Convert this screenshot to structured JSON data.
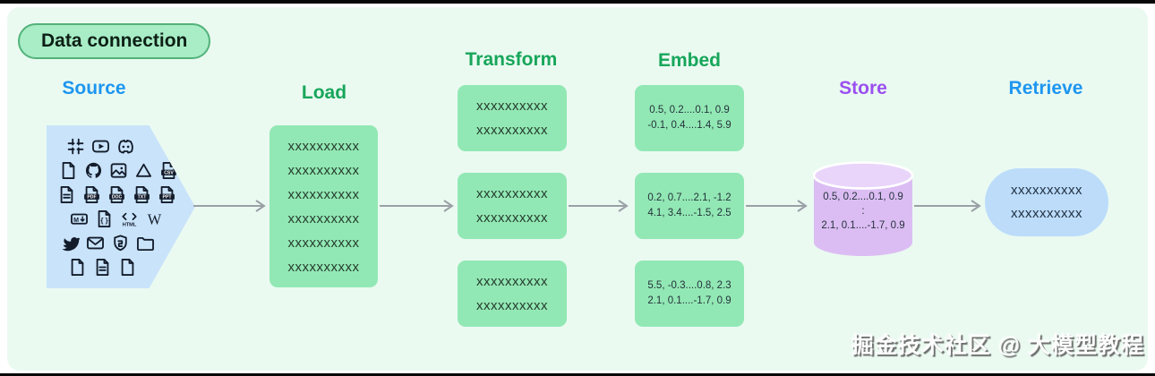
{
  "badge": {
    "label": "Data connection"
  },
  "columns": {
    "source": {
      "label": "Source",
      "color": "#1e96f0"
    },
    "load": {
      "label": "Load",
      "color": "#17a65a"
    },
    "transform": {
      "label": "Transform",
      "color": "#17a65a"
    },
    "embed": {
      "label": "Embed",
      "color": "#17a65a"
    },
    "store": {
      "label": "Store",
      "color": "#9b4ff0"
    },
    "retrieve": {
      "label": "Retrieve",
      "color": "#1e96f0"
    }
  },
  "source": {
    "icons": [
      [
        "slack",
        "youtube",
        "discord"
      ],
      [
        "file",
        "github",
        "image",
        "google-drive",
        "csv"
      ],
      [
        "file-text",
        "pdf",
        "doc",
        "txt",
        "ppt"
      ],
      [
        "markdown",
        "json",
        "html",
        "wikipedia"
      ],
      [
        "twitter",
        "email",
        "shield-badge",
        "folder"
      ],
      [
        "file",
        "file-text",
        "file"
      ]
    ]
  },
  "load": {
    "lines": [
      "xxxxxxxxxx",
      "xxxxxxxxxx",
      "xxxxxxxxxx",
      "xxxxxxxxxx",
      "xxxxxxxxxx",
      "xxxxxxxxxx"
    ]
  },
  "transform": {
    "boxes": [
      [
        "xxxxxxxxxx",
        "xxxxxxxxxx"
      ],
      [
        "xxxxxxxxxx",
        "xxxxxxxxxx"
      ],
      [
        "xxxxxxxxxx",
        "xxxxxxxxxx"
      ]
    ]
  },
  "embed": {
    "boxes": [
      [
        "0.5, 0.2....0.1, 0.9",
        "-0.1, 0.4....1.4, 5.9"
      ],
      [
        "0.2, 0.7....2.1, -1.2",
        "4.1, 3.4....-1.5, 2.5"
      ],
      [
        "5.5, -0.3....0.8, 2.3",
        "2.1, 0.1....-1.7, 0.9"
      ]
    ]
  },
  "store": {
    "lines": [
      "0.5, 0.2....0.1, 0.9",
      ":",
      "2.1, 0.1....-1.7, 0.9"
    ]
  },
  "retrieve": {
    "lines": [
      "xxxxxxxxxx",
      "xxxxxxxxxx"
    ]
  },
  "watermark": "掘金技术社区 @ 大模型教程",
  "colors": {
    "panel_bg": "#eafaf1",
    "green_box": "#92e8b4",
    "source_shape_blue": "#c9e3fa",
    "retrieve_pill_blue": "#bcdcfa",
    "cylinder_body": "#dcbdf3",
    "cylinder_top": "#e9d5fa",
    "badge_bg": "#a8edc6",
    "badge_border": "#53b27a",
    "arrow_gray": "#9aa0a6",
    "icon_ink": "#131c2b"
  }
}
